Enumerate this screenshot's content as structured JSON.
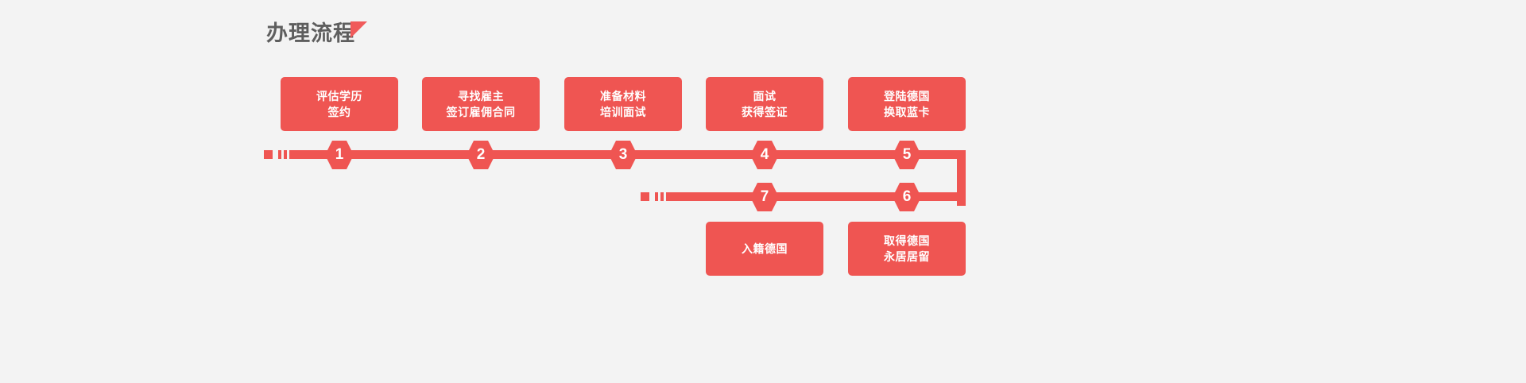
{
  "header": {
    "title": "办理流程",
    "accent_icon": "corner-triangle-icon"
  },
  "theme": {
    "background": "#f3f3f3",
    "accent": "#ef5552",
    "title_color": "#5e5e5e",
    "card_text_color": "#ffffff"
  },
  "flow": {
    "row1_steps": [
      {
        "number": "1",
        "line1": "评估学历",
        "line2": "签约"
      },
      {
        "number": "2",
        "line1": "寻找雇主",
        "line2": "签订雇佣合同"
      },
      {
        "number": "3",
        "line1": "准备材料",
        "line2": "培训面试"
      },
      {
        "number": "4",
        "line1": "面试",
        "line2": "获得签证"
      },
      {
        "number": "5",
        "line1": "登陆德国",
        "line2": "换取蓝卡"
      }
    ],
    "row2_steps": [
      {
        "number": "7",
        "line1": "入籍德国",
        "line2": ""
      },
      {
        "number": "6",
        "line1": "取得德国",
        "line2": "永居居留"
      }
    ]
  }
}
